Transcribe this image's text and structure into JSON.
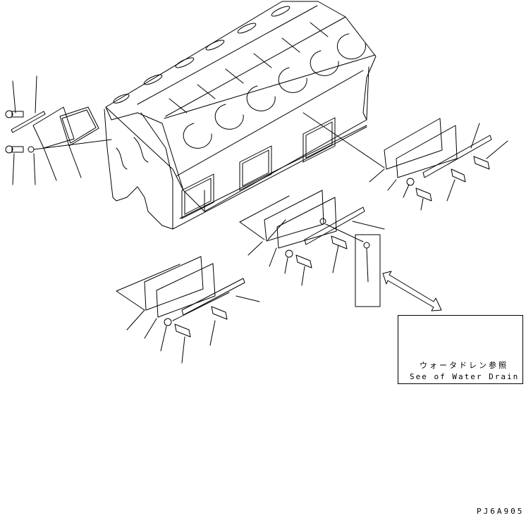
{
  "diagram": {
    "type": "exploded parts drawing",
    "subject": "Cylinder block side covers (V-engine block)",
    "drawing_id": "PJ6A905",
    "inset": {
      "label_jp": "ウォータドレン参照",
      "label_en": "See of Water Drain"
    },
    "groups": [
      {
        "name": "front-end-cover",
        "parts": [
          "bolt",
          "bolt-strip",
          "bolt",
          "washer",
          "gasket",
          "cover"
        ]
      },
      {
        "name": "right-side-cover",
        "parts": [
          "gasket",
          "cover",
          "washer",
          "bolt",
          "strip",
          "bolt"
        ]
      },
      {
        "name": "middle-side-cover",
        "parts": [
          "gasket",
          "cover",
          "washer",
          "bolt",
          "strip",
          "bolt",
          "water-drain-plug"
        ]
      },
      {
        "name": "lower-side-cover",
        "parts": [
          "gasket",
          "cover",
          "washer",
          "bolt",
          "strip",
          "bolt"
        ]
      }
    ],
    "colors": {
      "line": "#000000",
      "background": "#ffffff"
    }
  }
}
